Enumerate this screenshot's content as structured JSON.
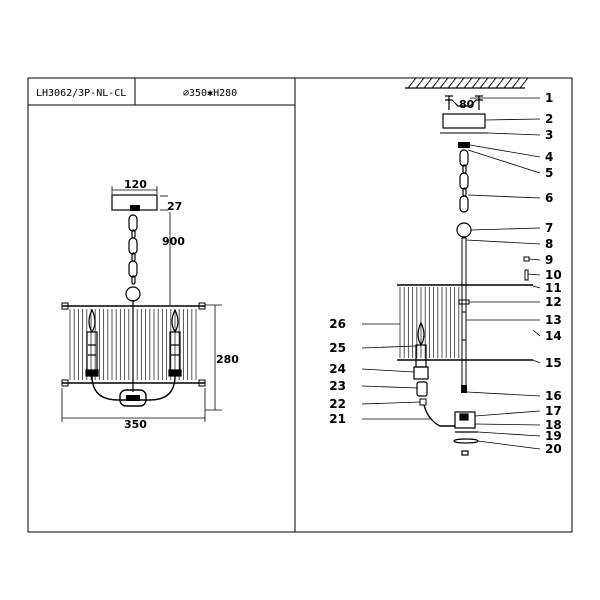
{
  "header": {
    "model": "LH3062/3P-NL-CL",
    "size": "⌀350✱H280"
  },
  "front_view": {
    "dims": {
      "canopy_width": "120",
      "canopy_height": "27",
      "chain_length": "900",
      "height": "280",
      "width": "350"
    }
  },
  "exploded_view": {
    "top_dim": "80",
    "callouts": [
      "1",
      "2",
      "3",
      "4",
      "5",
      "6",
      "7",
      "8",
      "9",
      "10",
      "11",
      "12",
      "13",
      "14",
      "15",
      "16",
      "17",
      "18",
      "19",
      "20",
      "21",
      "22",
      "23",
      "24",
      "25",
      "26"
    ]
  }
}
